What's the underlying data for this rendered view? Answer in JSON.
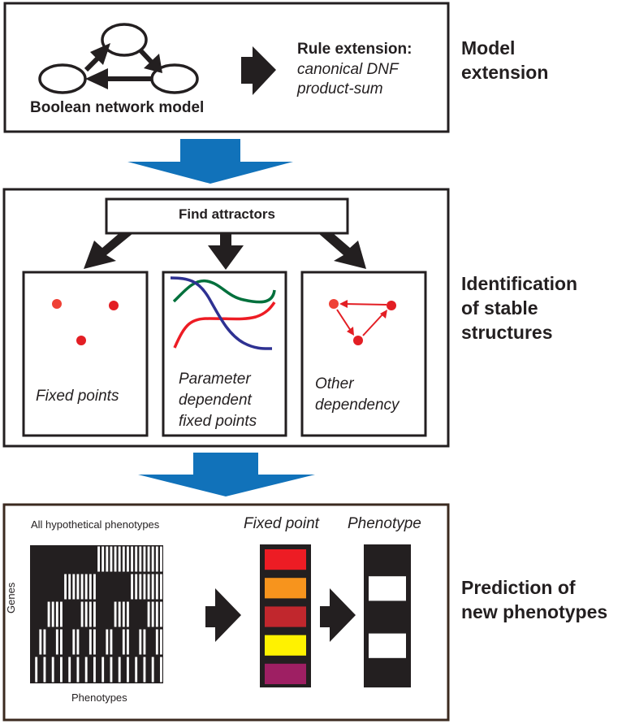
{
  "stages": [
    {
      "id": "model-extension",
      "label_lines": [
        "Model",
        "extension"
      ],
      "network_caption": "Boolean network model",
      "rule_title": "Rule extension:",
      "rule_lines": [
        "canonical DNF",
        "product-sum"
      ]
    },
    {
      "id": "identification",
      "label_lines": [
        "Identification",
        "of stable",
        "structures"
      ],
      "find_label": "Find attractors",
      "panels": [
        {
          "id": "fixed-points",
          "caption_lines": [
            "Fixed points"
          ]
        },
        {
          "id": "parameter-dependent",
          "caption_lines": [
            "Parameter",
            "dependent",
            "fixed points"
          ]
        },
        {
          "id": "other-dependency",
          "caption_lines": [
            "Other",
            "dependency"
          ]
        }
      ]
    },
    {
      "id": "prediction",
      "label_lines": [
        "Prediction of",
        "new phenotypes"
      ],
      "matrix_title": "All hypothetical phenotypes",
      "matrix_ylabel": "Genes",
      "matrix_xlabel": "Phenotypes",
      "matrix_genes": 5,
      "matrix_phenotypes": 32,
      "fixed_point_title": "Fixed point",
      "phenotype_title": "Phenotype",
      "fixed_point_colors": [
        "#ed1c24",
        "#f7941d",
        "#c1272d",
        "#fff200",
        "#9e1f63"
      ],
      "phenotype_states": [
        0,
        1,
        0,
        1,
        0
      ]
    }
  ],
  "colors": {
    "flow_arrow": "#1172ba",
    "black": "#231f20",
    "box_border_bottom": "#3b2a1f",
    "dot_red": "#e31e24",
    "dot_red_light": "#ef4136",
    "curve_blue": "#2e3192",
    "curve_green": "#00703c",
    "curve_red": "#ed1c24"
  }
}
